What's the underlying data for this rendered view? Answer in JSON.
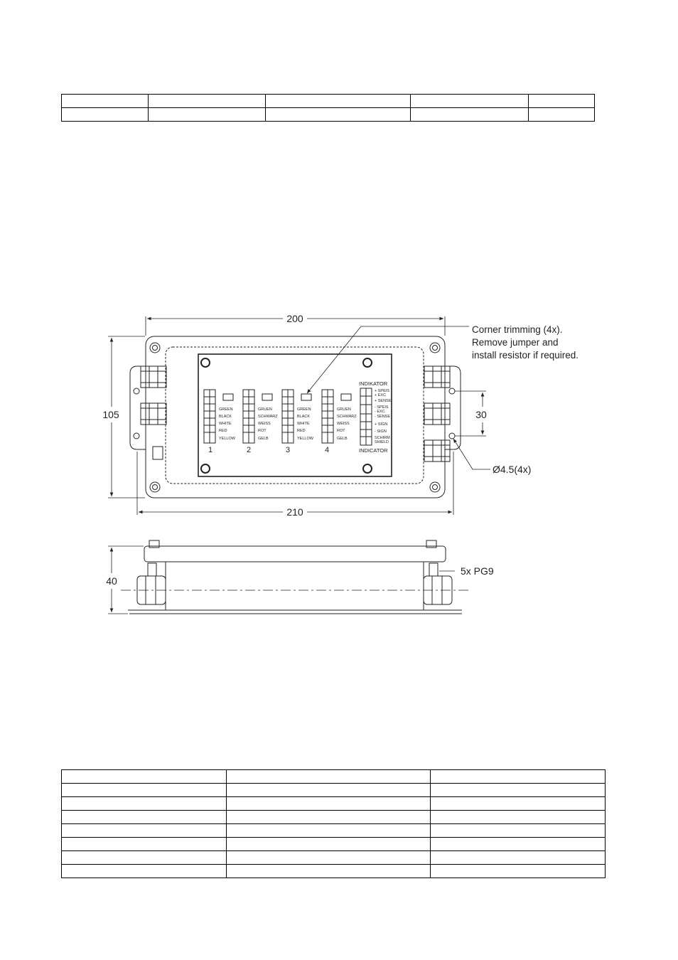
{
  "top_table": {
    "rows": [
      [
        "",
        "",
        "",
        "",
        ""
      ],
      [
        "",
        "",
        "",
        "",
        ""
      ]
    ]
  },
  "bottom_table": {
    "rows": [
      [
        "",
        "",
        ""
      ],
      [
        "",
        "",
        ""
      ],
      [
        "",
        "",
        ""
      ],
      [
        "",
        "",
        ""
      ],
      [
        "",
        "",
        ""
      ],
      [
        "",
        "",
        ""
      ],
      [
        "",
        "",
        ""
      ],
      [
        "",
        "",
        ""
      ]
    ]
  },
  "drawing": {
    "dim_width_top": "200",
    "dim_width_bottom": "210",
    "dim_height": "105",
    "dim_hole_spacing": "30",
    "dim_depth": "40",
    "hole_label": "Ø4.5(4x)",
    "gland_label": "5x PG9",
    "corner_note": [
      "Corner trimming (4x).",
      "Remove jumper and",
      "install resistor if required."
    ],
    "indicator_top": "INDIKATOR",
    "indicator_bottom": "INDICATOR",
    "channels": [
      {
        "number": "1",
        "wires": [
          "GREEN",
          "BLACK",
          "WHITE",
          "RED",
          "YELLOW"
        ]
      },
      {
        "number": "2",
        "wires": [
          "GRUEN",
          "SCHWARZ",
          "WEISS",
          "ROT",
          "GELB"
        ]
      },
      {
        "number": "3",
        "wires": [
          "GREEN",
          "BLACK",
          "WHITE",
          "RED",
          "YELLOW"
        ]
      },
      {
        "number": "4",
        "wires": [
          "GRUEN",
          "SCHWARZ",
          "WEISS",
          "ROT",
          "GELB"
        ]
      }
    ],
    "indicator_terminals": [
      [
        "+ SPEIS",
        "+ EXC"
      ],
      [
        "+ SENSE"
      ],
      [
        "- SPEIS",
        "- EXC"
      ],
      [
        "- SENSE"
      ],
      [
        "+ SIGN"
      ],
      [
        "- SIGN"
      ],
      [
        "SCHIRM",
        "SHIELD"
      ]
    ]
  }
}
